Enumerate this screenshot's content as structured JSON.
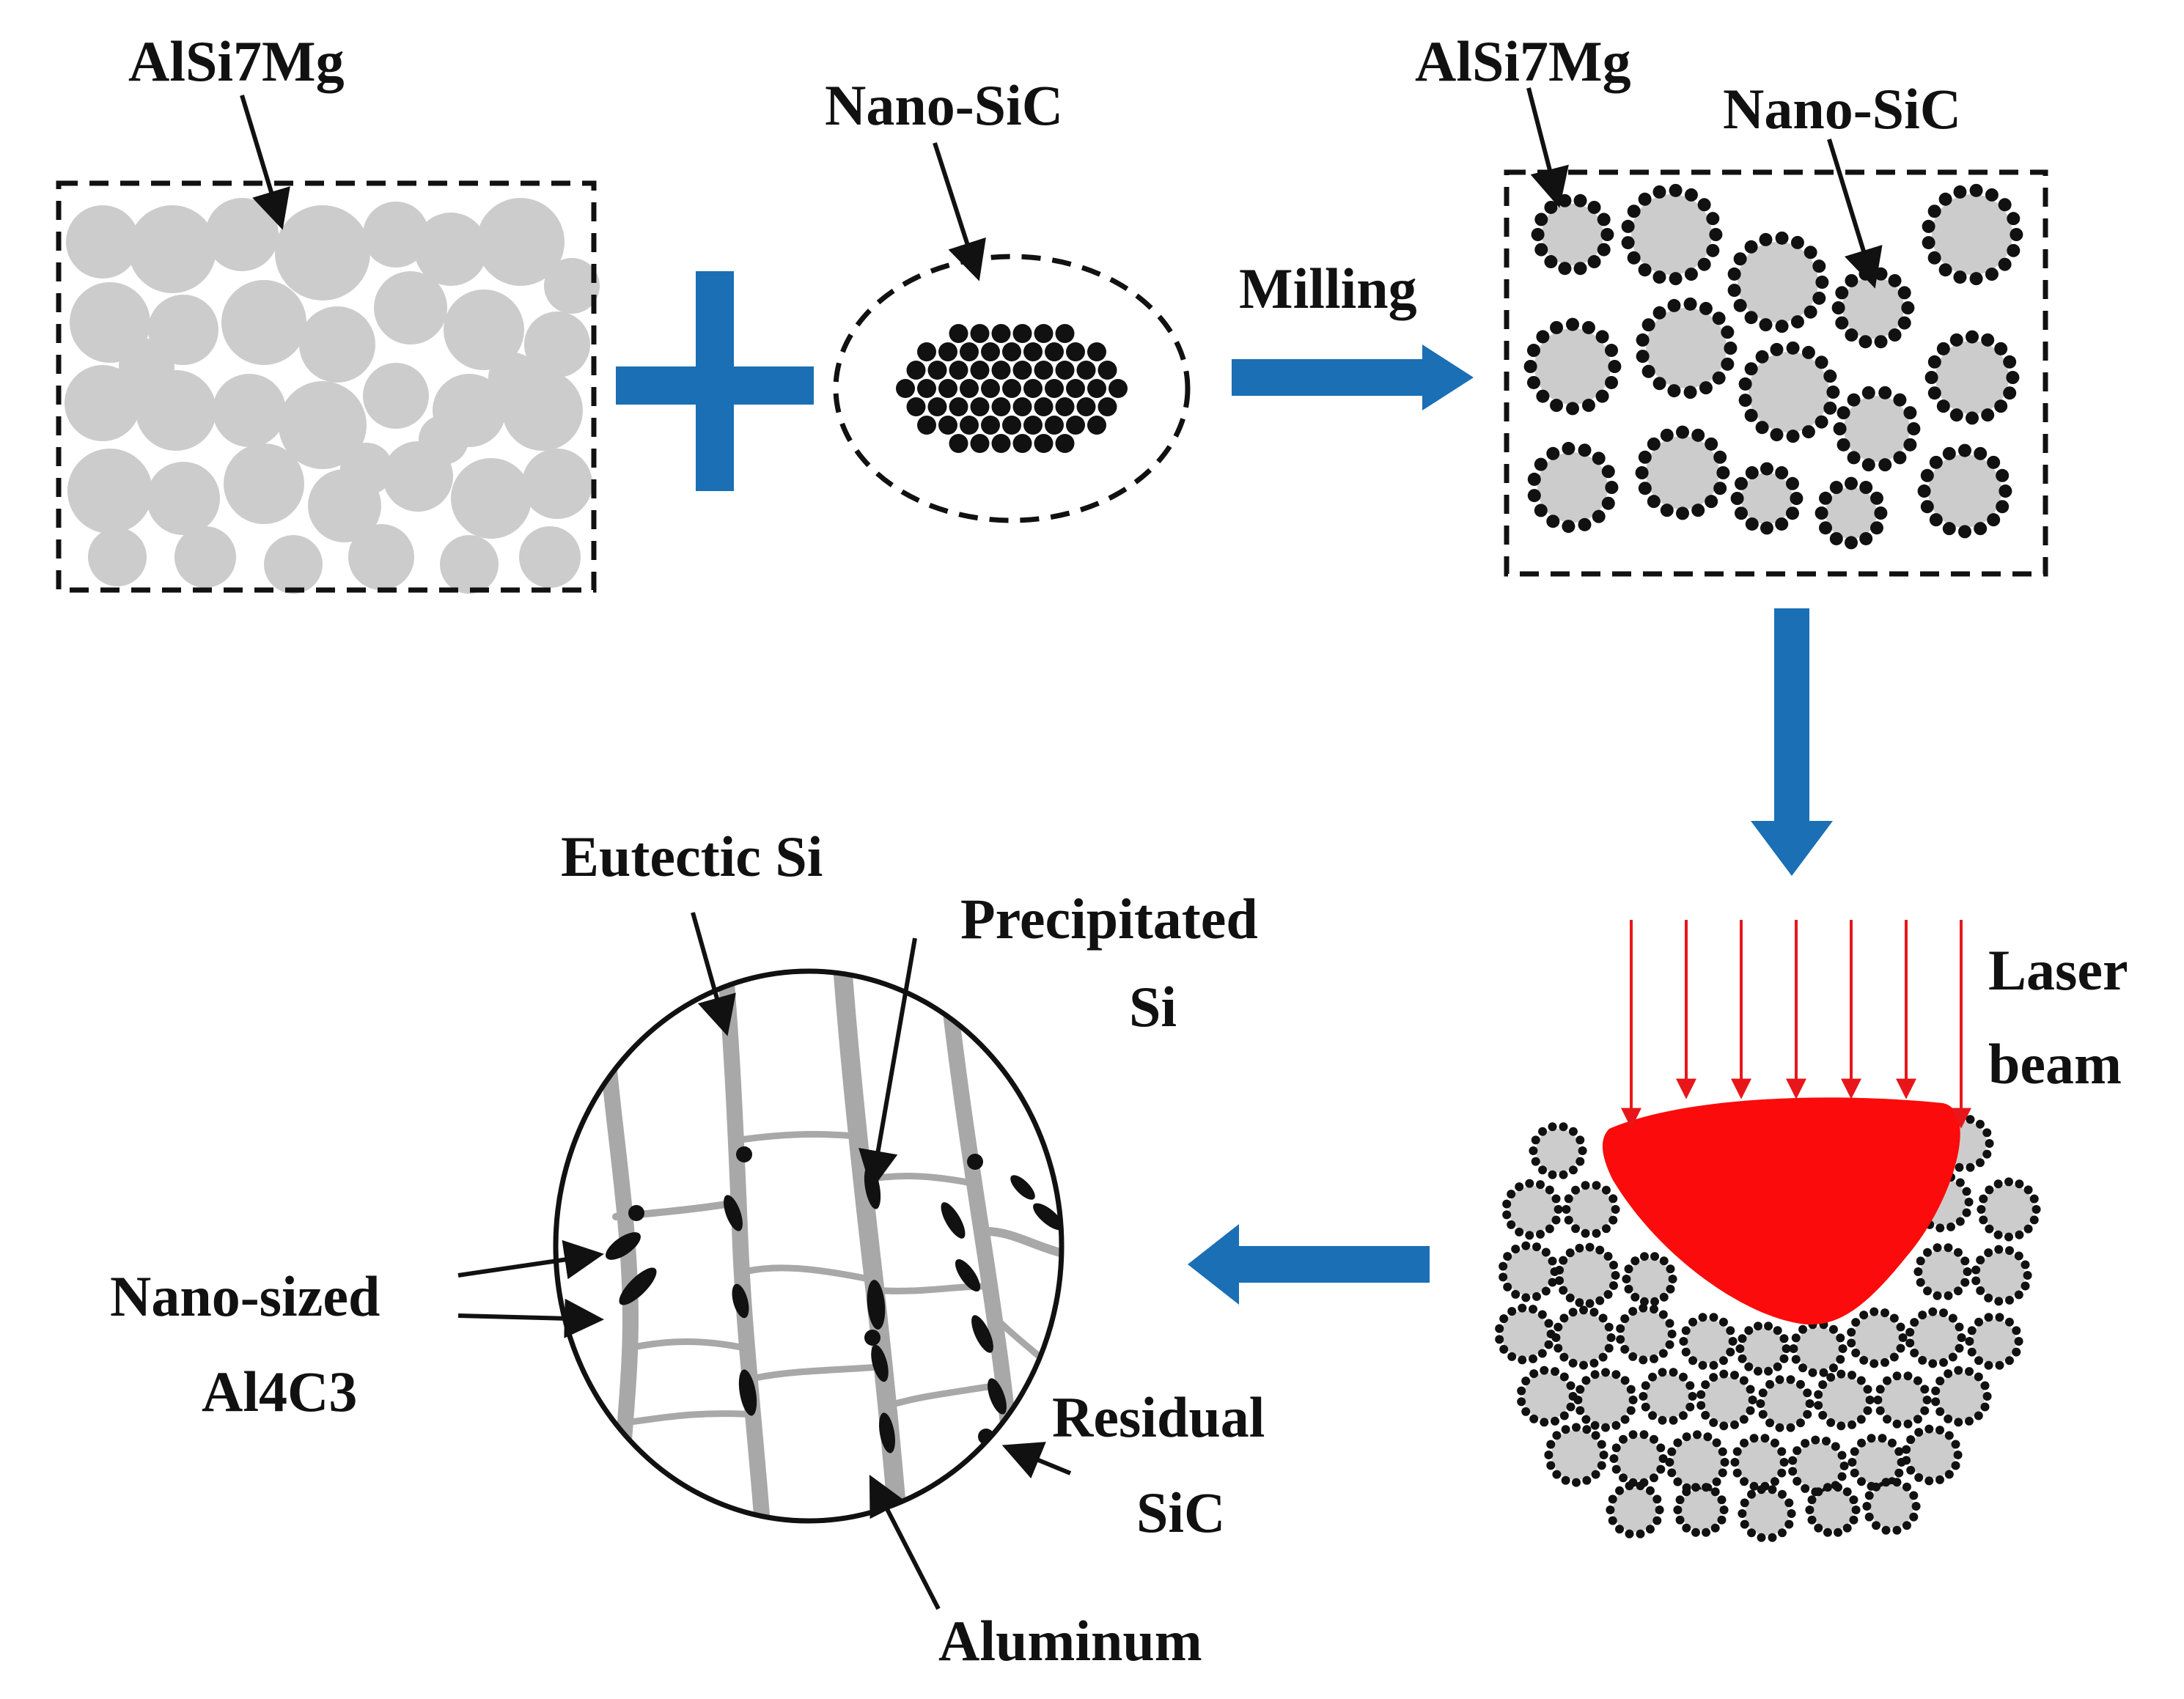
{
  "labels": {
    "alsi7mg_left": "AlSi7Mg",
    "nano_sic_middle": "Nano-SiC",
    "milling": "Milling",
    "alsi7mg_right": "AlSi7Mg",
    "nano_sic_right": "Nano-SiC",
    "laser_line1": "Laser",
    "laser_line2": "beam",
    "eutectic_si": "Eutectic Si",
    "precipitated_line1": "Precipitated",
    "precipitated_line2": "Si",
    "nano_sized_line1": "Nano-sized",
    "nano_sized_line2": "Al4C3",
    "residual_line1": "Residual",
    "residual_line2": "SiC",
    "aluminum": "Aluminum"
  },
  "colors": {
    "process_arrow": "#1a6fb5",
    "particle_gray": "#cccccc",
    "sic_dot": "#111111",
    "laser_beam": "#e8161a",
    "melt_pool": "#fb0b0b",
    "grain_boundary": "#a8a8a8",
    "outline": "#111111"
  },
  "icons": {
    "plus": "plus-icon",
    "arrow": "block-arrow-icon"
  }
}
